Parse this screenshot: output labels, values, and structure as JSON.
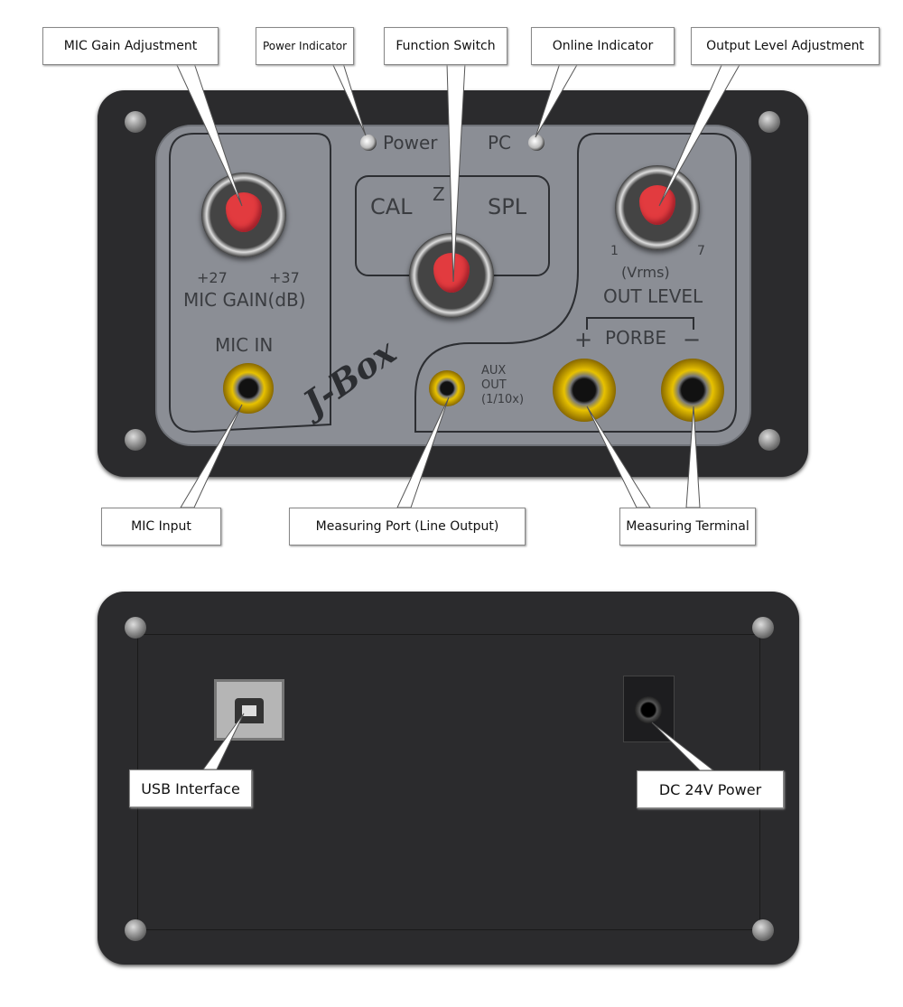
{
  "callouts": {
    "mic_gain": "MIC Gain Adjustment",
    "power": "Power Indicator",
    "function": "Function Switch",
    "online": "Online Indicator",
    "output": "Output Level Adjustment",
    "mic_input": "MIC Input",
    "measuring_port": "Measuring Port (Line Output)",
    "measuring_terminal": "Measuring Terminal",
    "usb": "USB Interface",
    "dc": "DC 24V Power"
  },
  "panel": {
    "power": "Power",
    "pc": "PC",
    "cal": "CAL",
    "z": "Z",
    "spl": "SPL",
    "gain_min": "+27",
    "gain_max": "+37",
    "mic_gain": "MIC GAIN(dB)",
    "out_min": "1",
    "out_max": "7",
    "vrms": "(Vrms)",
    "out_level": "OUT LEVEL",
    "mic_in": "MIC IN",
    "aux_out": "AUX",
    "aux_out2": "OUT",
    "aux_ratio": "(1/10x)",
    "probe": "PORBE",
    "plus": "+",
    "minus": "−",
    "logo": "J-Box"
  }
}
